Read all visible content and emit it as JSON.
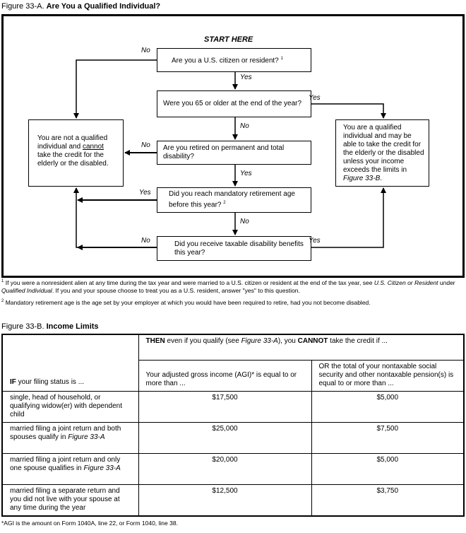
{
  "figure_a": {
    "label": "Figure 33-A.",
    "title": "Are You a Qualified Individual?",
    "start": "START HERE",
    "q1": "Are you a U.S. citizen or resident?",
    "q1_sup": "1",
    "q2": "Were you 65 or older at the end of the year?",
    "q3": "Are you retired on permanent and total disability?",
    "q4": "Did you reach mandatory retirement age before this year?",
    "q4_sup": "2",
    "q5": "Did you receive taxable disability benefits this year?",
    "not_qualified_pre": "You are not a qualified individual and ",
    "not_qualified_em": "cannot",
    "not_qualified_post": " take the credit for the elderly or the disabled.",
    "qualified_pre": "You are a qualified individual and may be able to take the credit for the elderly or the disabled unless your income exceeds the limits in ",
    "qualified_ref": "Figure 33-B",
    "qualified_post": ".",
    "labels": {
      "q1_no": "No",
      "q1_yes": "Yes",
      "q2_yes": "Yes",
      "q2_no": "No",
      "q3_no": "No",
      "q3_yes": "Yes",
      "q4_yes": "Yes",
      "q4_no": "No",
      "q5_no": "No",
      "q5_yes": "Yes"
    }
  },
  "footnotes": {
    "f1_num": "1",
    "f1_a": "If you were a nonresident alien at any time during the tax year and were married to a U.S. citizen or resident at the end of the tax year, see ",
    "f1_ref1": "U.S. Citizen or Resident",
    "f1_b": " under ",
    "f1_ref2": "Qualified Individual",
    "f1_c": ". If you and your spouse choose to treat you as a U.S. resident, answer \"yes\" to this question.",
    "f2_num": "2",
    "f2": "Mandatory retirement age is the age set by your employer at which you would have been required to retire, had you not become disabled."
  },
  "figure_b": {
    "label": "Figure 33-B.",
    "title": "Income Limits",
    "head_then_b1": "THEN",
    "head_then_1": " even if you qualify (see ",
    "head_then_ref": "Figure 33-A",
    "head_then_2": "), you ",
    "head_then_b2": "CANNOT",
    "head_then_3": " take the credit if ...",
    "head_if_b": "IF",
    "head_if": " your filing status is ...",
    "head_agi": "Your adjusted gross income (AGI)* is equal to or more than ...",
    "head_nontax": "OR the total of your nontaxable social security and other nontaxable pension(s) is equal to or more than ...",
    "rows": [
      {
        "status": "single, head of household, or qualifying widow(er) with dependent child",
        "ref": "",
        "agi": "$17,500",
        "nontax": "$5,000"
      },
      {
        "status": "married filing a joint return and both spouses qualify in ",
        "ref": "Figure 33-A",
        "agi": "$25,000",
        "nontax": "$7,500"
      },
      {
        "status": "married filing a joint return and only one spouse qualifies in ",
        "ref": "Figure 33-A",
        "agi": "$20,000",
        "nontax": "$5,000"
      },
      {
        "status": "married filing a separate return and you did not live with your spouse at any time during the year",
        "ref": "",
        "agi": "$12,500",
        "nontax": "$3,750"
      }
    ],
    "note": "*AGI is the amount on Form 1040A, line 22, or Form 1040, line 38."
  }
}
